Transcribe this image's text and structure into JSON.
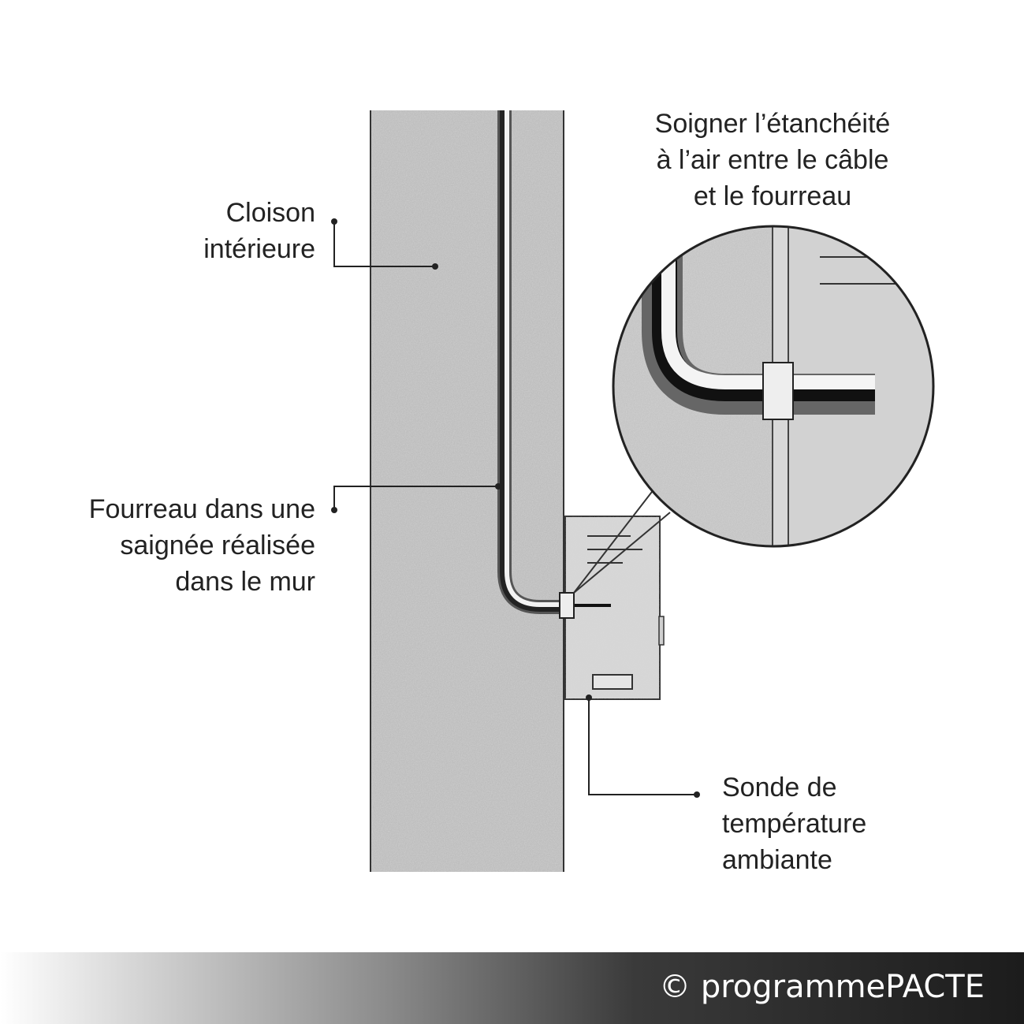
{
  "labels": {
    "cloison": [
      "Cloison",
      "intérieure"
    ],
    "fourreau": [
      "Fourreau dans une",
      "saignée réalisée",
      "dans le mur"
    ],
    "etancheite": [
      "Soigner l’étanchéité",
      "à l’air entre le câble",
      "et le fourreau"
    ],
    "sonde": [
      "Sonde de",
      "température",
      "ambiante"
    ]
  },
  "footer": {
    "copyright": "© programmePACTE"
  },
  "colors": {
    "wall": "#b8b8b8",
    "box": "#d4d4d4",
    "line": "#1a1a1a"
  }
}
